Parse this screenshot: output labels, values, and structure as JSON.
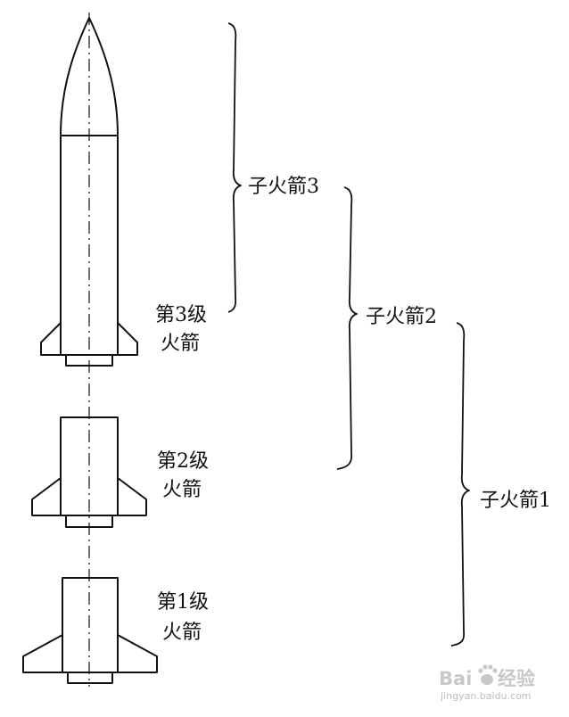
{
  "diagram": {
    "stages": [
      {
        "label_line1": "第3级",
        "label_line2": "火箭"
      },
      {
        "label_line1": "第2级",
        "label_line2": "火箭"
      },
      {
        "label_line1": "第1级",
        "label_line2": "火箭"
      }
    ],
    "sub_rockets": [
      {
        "label": "子火箭3"
      },
      {
        "label": "子火箭2"
      },
      {
        "label": "子火箭1"
      }
    ]
  },
  "watermark": {
    "brand_latin": "Bai",
    "brand_cjk": "经验",
    "url": "jingyan.baidu.com"
  },
  "colors": {
    "ink": "#111111",
    "watermark": "#c8c8c8"
  }
}
